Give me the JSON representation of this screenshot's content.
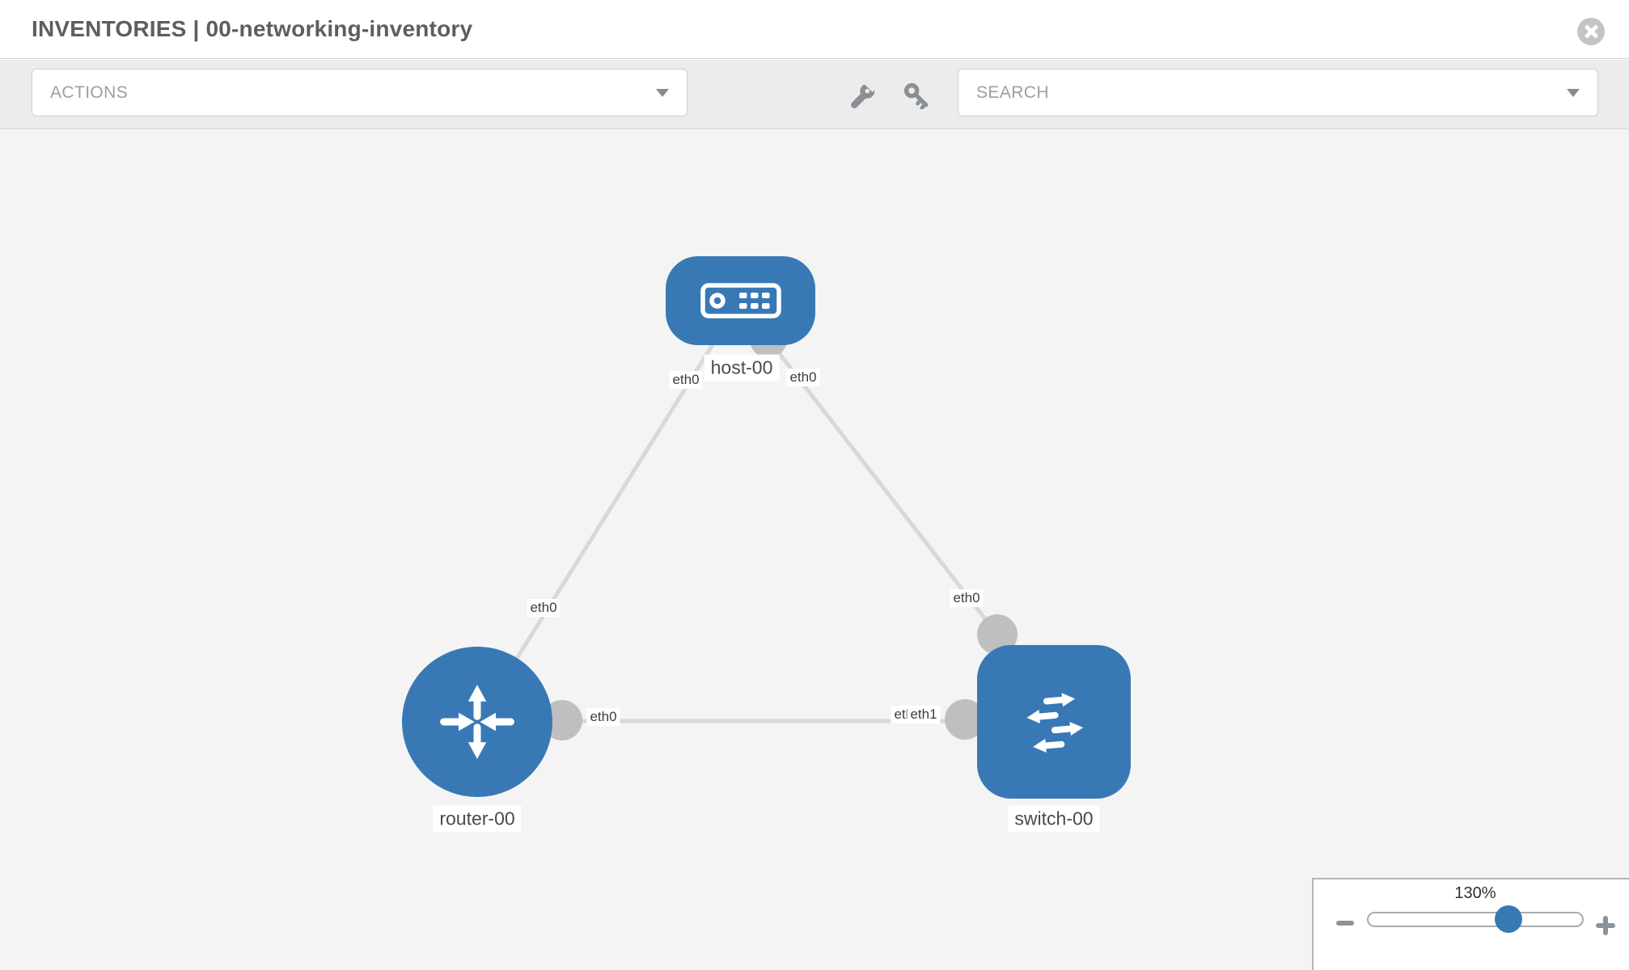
{
  "window": {
    "title": "INVENTORIES | 00-networking-inventory"
  },
  "toolbar": {
    "actions_placeholder": "ACTIONS",
    "search_placeholder": "SEARCH"
  },
  "icons": {
    "close": "x-in-circle",
    "actions_caret": "chevron-down",
    "search_caret": "chevron-down",
    "wrench": "wrench",
    "key": "key",
    "host_glyph": "server-box",
    "router_glyph": "four-arrows-inward",
    "switch_glyph": "staggered-exchange-arrows",
    "zoom_out": "minus",
    "zoom_in": "plus"
  },
  "topology": {
    "nodes": [
      {
        "id": "host-00",
        "label": "host-00",
        "type": "host",
        "shape": "rounded-rect"
      },
      {
        "id": "router-00",
        "label": "router-00",
        "type": "router",
        "shape": "circle"
      },
      {
        "id": "switch-00",
        "label": "switch-00",
        "type": "switch",
        "shape": "rounded-square"
      }
    ],
    "links": [
      {
        "source": "host-00",
        "source_interface": "eth0",
        "target": "router-00",
        "target_interface": "eth0"
      },
      {
        "source": "host-00",
        "source_interface": "eth0",
        "target": "switch-00",
        "target_interface": "eth0"
      },
      {
        "source": "router-00",
        "source_interface": "eth0",
        "target": "switch-00",
        "target_interface": "eth1"
      }
    ],
    "labels": {
      "host_name": "host-00",
      "router_name": "router-00",
      "switch_name": "switch-00",
      "host_if_left": "eth0",
      "host_if_right": "eth0",
      "router_if_top": "eth0",
      "switch_if_top": "eth0",
      "router_if_right": "eth0",
      "switch_if_behind": "eth0",
      "switch_if_front": "eth1"
    }
  },
  "zoom_panel": {
    "level": "130%",
    "slider_position_percent": 64
  },
  "colors": {
    "node_blue": "#3879b5",
    "endpoint_gray": "#bfbfbf",
    "link_gray": "#d8d8d8",
    "canvas_bg": "#f4f4f4",
    "toolbar_bg": "#ececec",
    "slider_thumb_blue": "#3879b5"
  }
}
